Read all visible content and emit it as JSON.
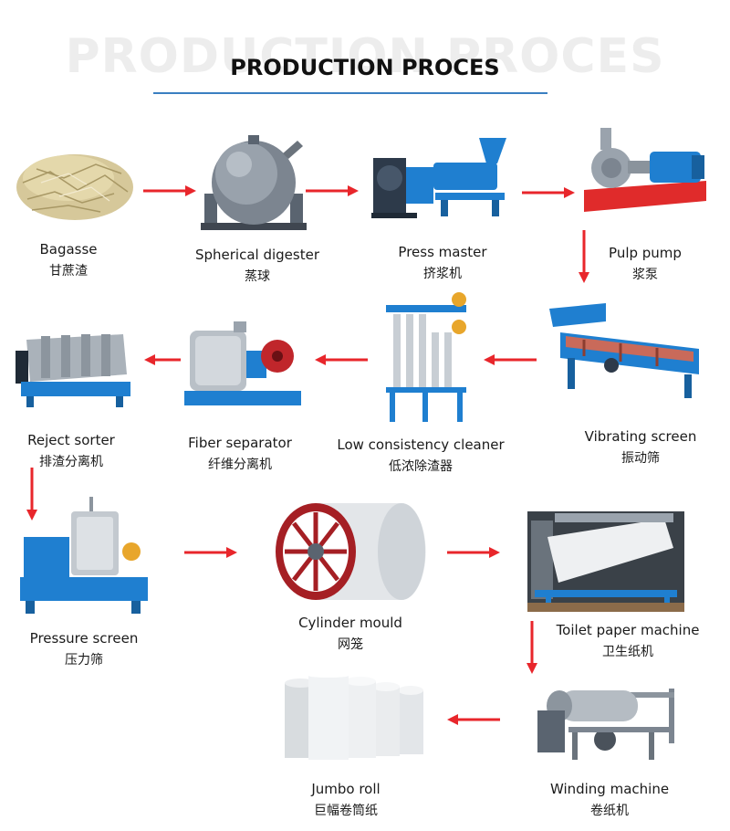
{
  "header": {
    "watermark": "PRODUCTION PROCES",
    "title": "PRODUCTION PROCES"
  },
  "steps": [
    {
      "en": "Bagasse",
      "zh": "甘蔗渣",
      "icon": "bagasse-pile-icon"
    },
    {
      "en": "Spherical digester",
      "zh": "蒸球",
      "icon": "spherical-digester-icon"
    },
    {
      "en": "Press master",
      "zh": "挤浆机",
      "icon": "press-master-icon"
    },
    {
      "en": "Pulp pump",
      "zh": "浆泵",
      "icon": "pulp-pump-icon"
    },
    {
      "en": "Vibrating screen",
      "zh": "振动筛",
      "icon": "vibrating-screen-icon"
    },
    {
      "en": "Low consistency cleaner",
      "zh": "低浓除渣器",
      "icon": "cleaner-icon"
    },
    {
      "en": "Fiber separator",
      "zh": "纤维分离机",
      "icon": "fiber-separator-icon"
    },
    {
      "en": "Reject sorter",
      "zh": "排渣分离机",
      "icon": "reject-sorter-icon"
    },
    {
      "en": "Pressure screen",
      "zh": "压力筛",
      "icon": "pressure-screen-icon"
    },
    {
      "en": "Cylinder mould",
      "zh": "网笼",
      "icon": "cylinder-mould-icon"
    },
    {
      "en": "Toilet paper machine",
      "zh": "卫生纸机",
      "icon": "paper-machine-icon"
    },
    {
      "en": "Winding machine",
      "zh": "卷纸机",
      "icon": "winding-machine-icon"
    },
    {
      "en": "Jumbo roll",
      "zh": "巨幅卷筒纸",
      "icon": "jumbo-roll-icon"
    }
  ],
  "colors": {
    "arrow": "#e8262b",
    "machine_blue": "#1f7fd0",
    "rule": "#3a7fc1"
  }
}
